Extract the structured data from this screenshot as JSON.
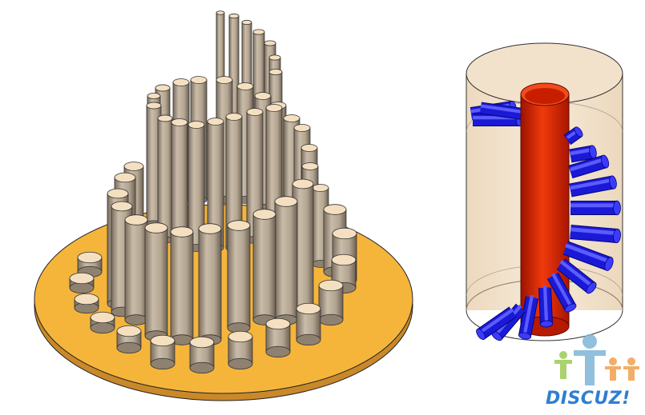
{
  "figures": {
    "left": {
      "name": "cylinder-pin-spiral-on-disc",
      "disc_color": "#f5b53b",
      "pin_color": "#b9ab96",
      "pin_top_color": "#f4dfc0"
    },
    "right": {
      "name": "helical-rods-in-transparent-cylinder",
      "shell_color": "#f1ddc2",
      "core_color": "#dd2a00",
      "rod_color": "#1a1ad6"
    }
  },
  "watermark": {
    "text": "DISCUZ!",
    "icon": "people-icon"
  }
}
